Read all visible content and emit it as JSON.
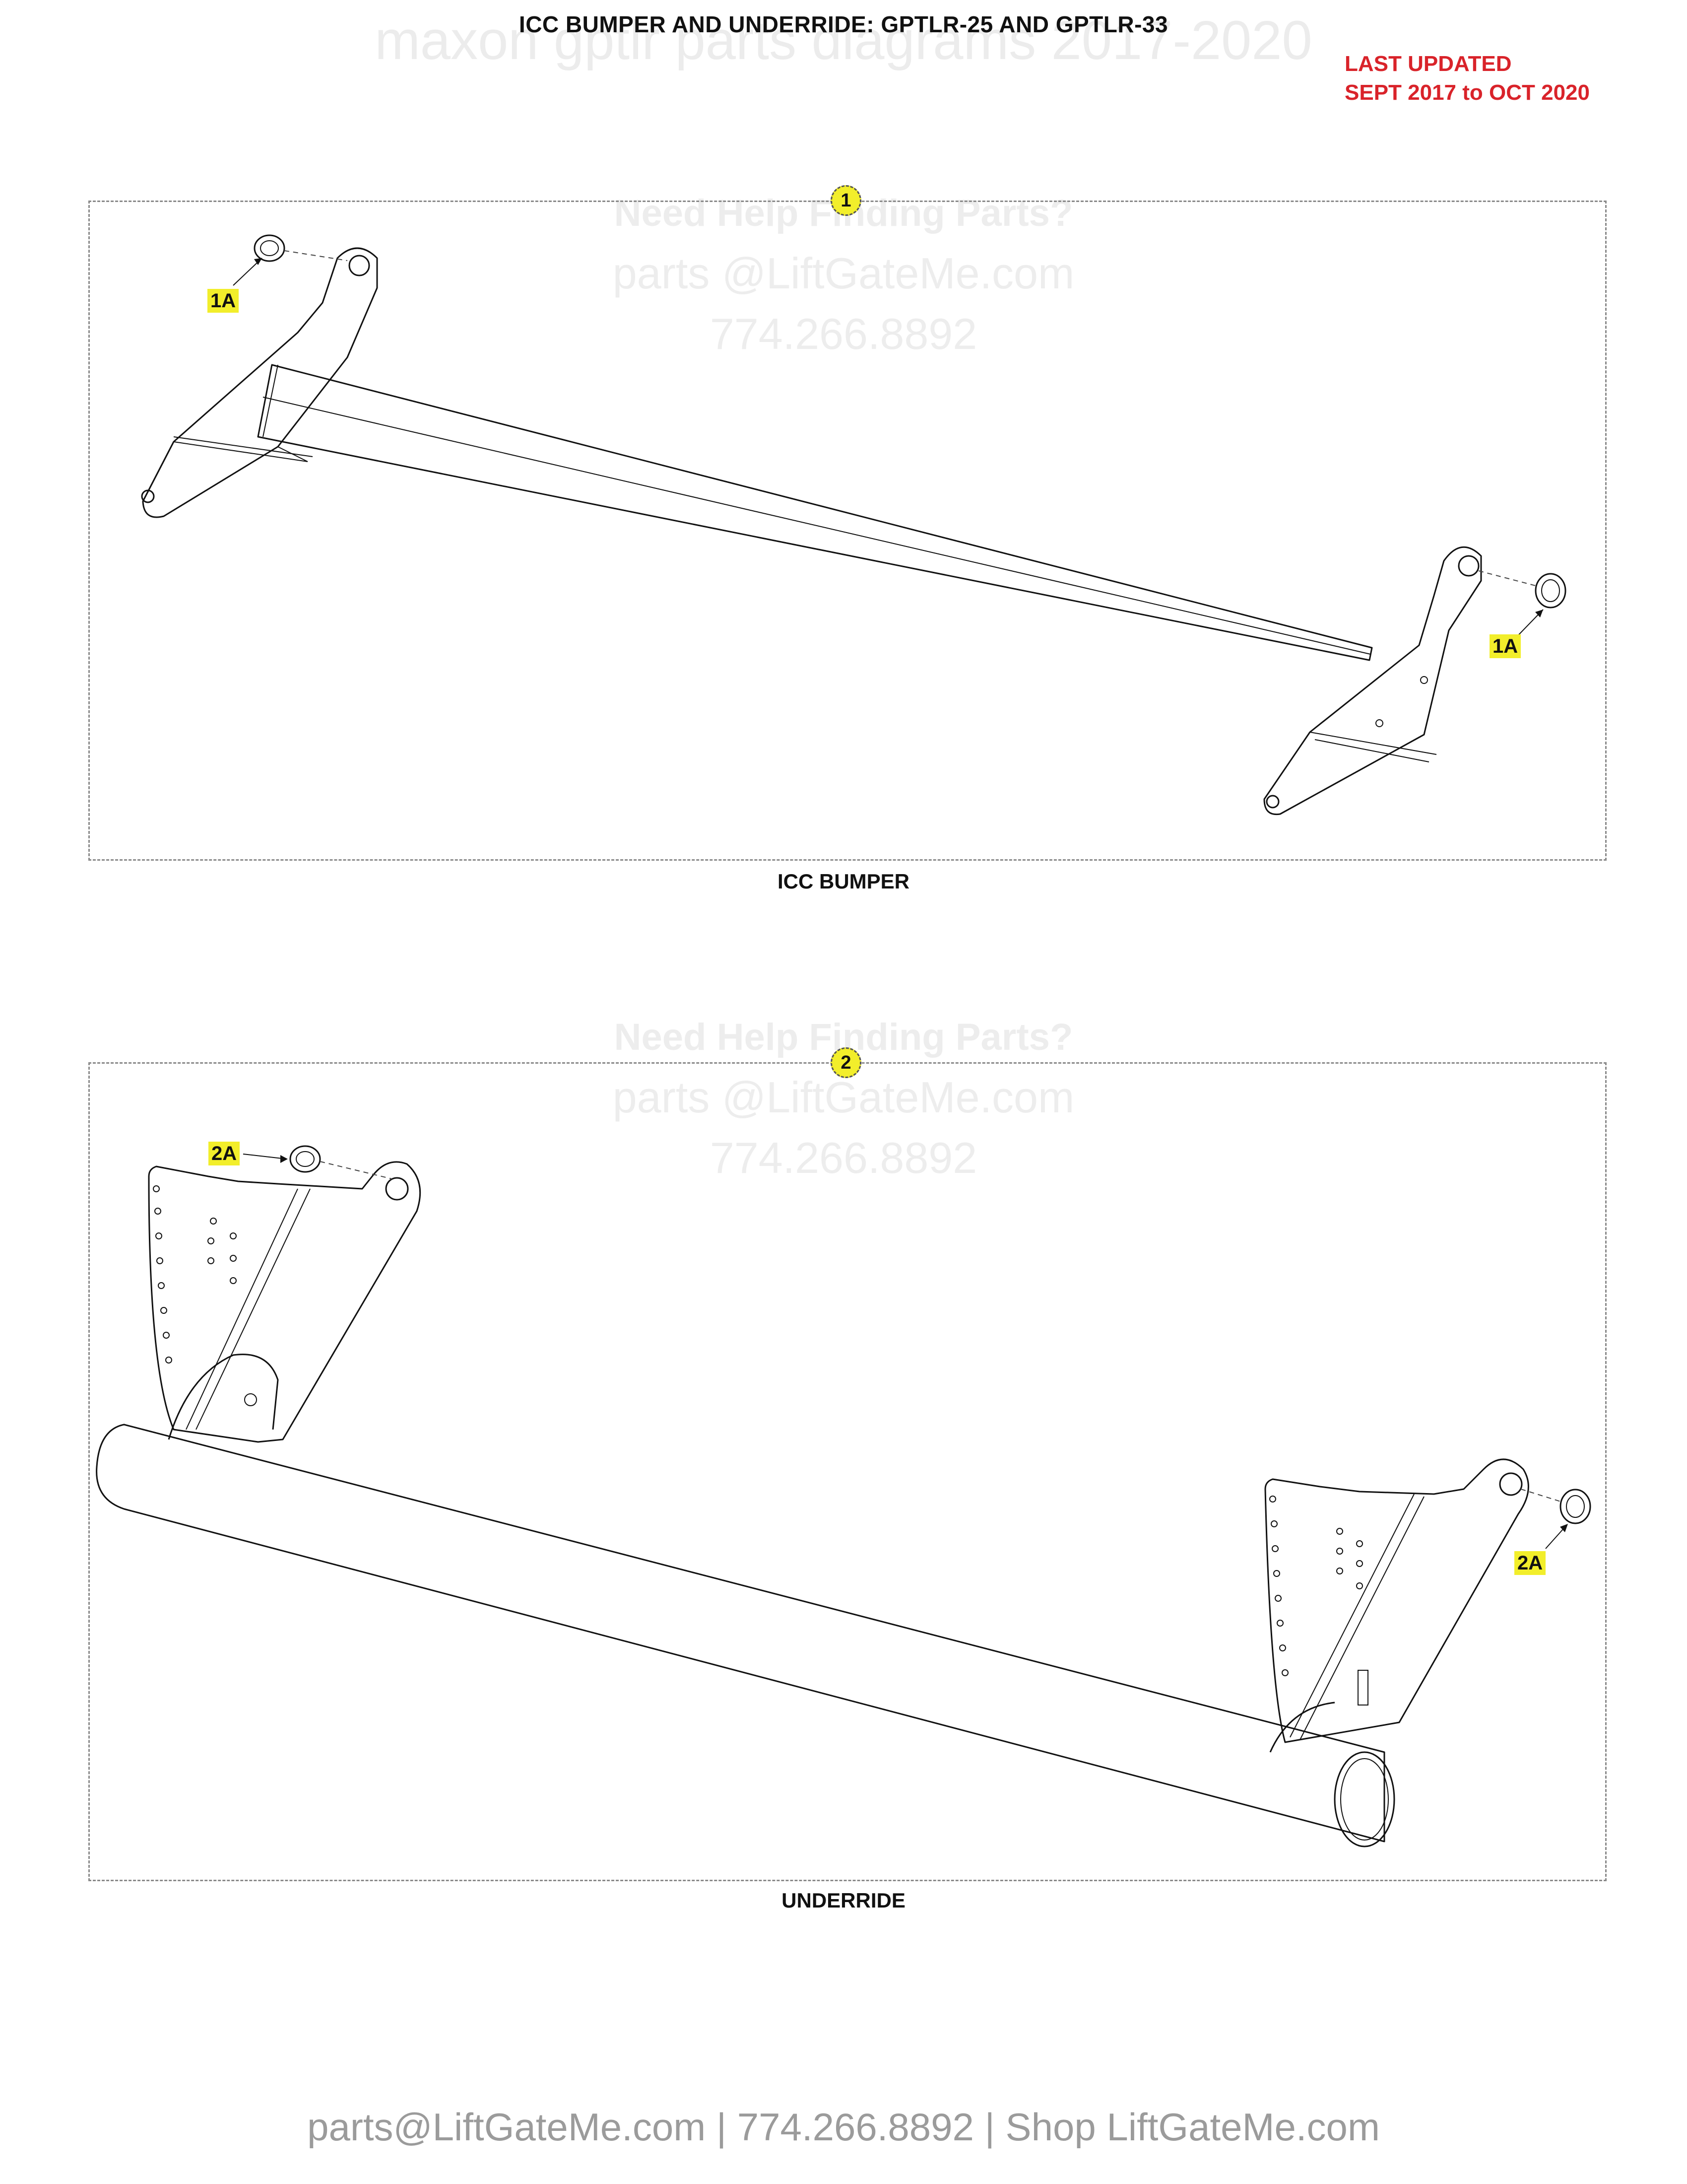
{
  "watermark_top": "maxon gptlr parts diagrams 2017-2020",
  "title": "ICC BUMPER AND UNDERRIDE: GPTLR-25 AND GPTLR-33",
  "last_updated": {
    "line1": "LAST UPDATED",
    "line2": "SEPT 2017 to OCT 2020"
  },
  "help_watermark": {
    "heading": "Need Help Finding Parts?",
    "email": "parts @LiftGateMe.com",
    "phone": "774.266.8892"
  },
  "panels": [
    {
      "caption": "ICC BUMPER",
      "callout": "1",
      "tags": [
        "1A",
        "1A"
      ]
    },
    {
      "caption": "UNDERRIDE",
      "callout": "2",
      "tags": [
        "2A",
        "2A"
      ]
    }
  ],
  "footer": "parts@LiftGateMe.com | 774.266.8892 | Shop LiftGateMe.com",
  "colors": {
    "callout_fill": "#f2ee2b",
    "updated_red": "#d9232a",
    "watermark_gray": "#ededed",
    "footer_gray": "#9b9b9b"
  }
}
